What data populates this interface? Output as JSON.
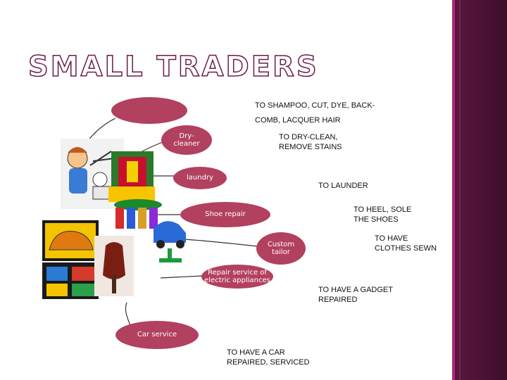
{
  "title": "SMALL TRADERS",
  "services": [
    {
      "label": "",
      "description": "TO SHAMPOO, CUT, DYE, BACK-\nCOMB, LACQUER HAIR"
    },
    {
      "label": "Dry-\ncleaner",
      "description": "TO DRY-CLEAN,\nREMOVE STAINS"
    },
    {
      "label": "laundry",
      "description": "TO LAUNDER"
    },
    {
      "label": "Shoe repair",
      "description": "TO HEEL, SOLE\nTHE SHOES"
    },
    {
      "label": "Custom\ntailor",
      "description": "TO HAVE\nCLOTHES SEWN"
    },
    {
      "label": "Repair service of\nelectric appliances",
      "description": "TO HAVE A GADGET\nREPAIRED"
    },
    {
      "label": "Car service",
      "description": "TO HAVE A CAR\nREPAIRED, SERVICED"
    }
  ],
  "colors": {
    "bubble": "#b2405f",
    "sidebar": "#4a1233"
  },
  "clipart_icons": [
    "hairdresser-icon",
    "dry-cleaner-clothes-icon",
    "laundry-icon",
    "shoe-icon",
    "tailor-mannequin-icon",
    "car-service-icon",
    "tools-icon"
  ]
}
